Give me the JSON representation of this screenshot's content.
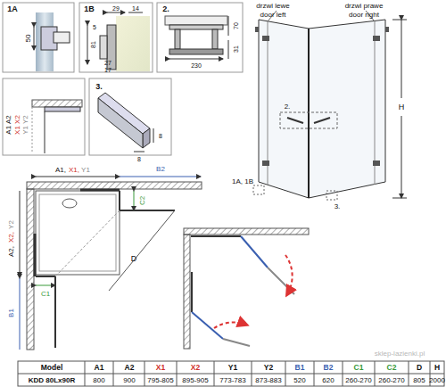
{
  "diagram": {
    "labels": [
      "1A",
      "50",
      "1B",
      "29",
      "14",
      "5",
      "81",
      "27",
      "17",
      "2.",
      "70",
      "31",
      "230",
      "A1 A2",
      "X1 X2",
      "Y1 Y2",
      "3.",
      "8",
      "8",
      "drzwi lewe",
      "door left",
      "drzwi prawe",
      "door right",
      "H",
      "2.",
      "1A, 1B",
      "3.",
      "A1,",
      "X1,",
      "Y1",
      "B2",
      "C2",
      "A2,",
      "X2,",
      "Y2",
      "D",
      "C1",
      "B1",
      "Model",
      "A1",
      "A2",
      "X1",
      "X2",
      "Y1",
      "Y2",
      "B1",
      "B2",
      "C1",
      "C2",
      "D",
      "H",
      "KDD 80Lx90R",
      "800",
      "900",
      "795-805",
      "895-905",
      "773-783",
      "873-883",
      "520",
      "620",
      "260-270",
      "260-270",
      "805",
      "2000",
      "sklep-lazienki.pl"
    ]
  }
}
